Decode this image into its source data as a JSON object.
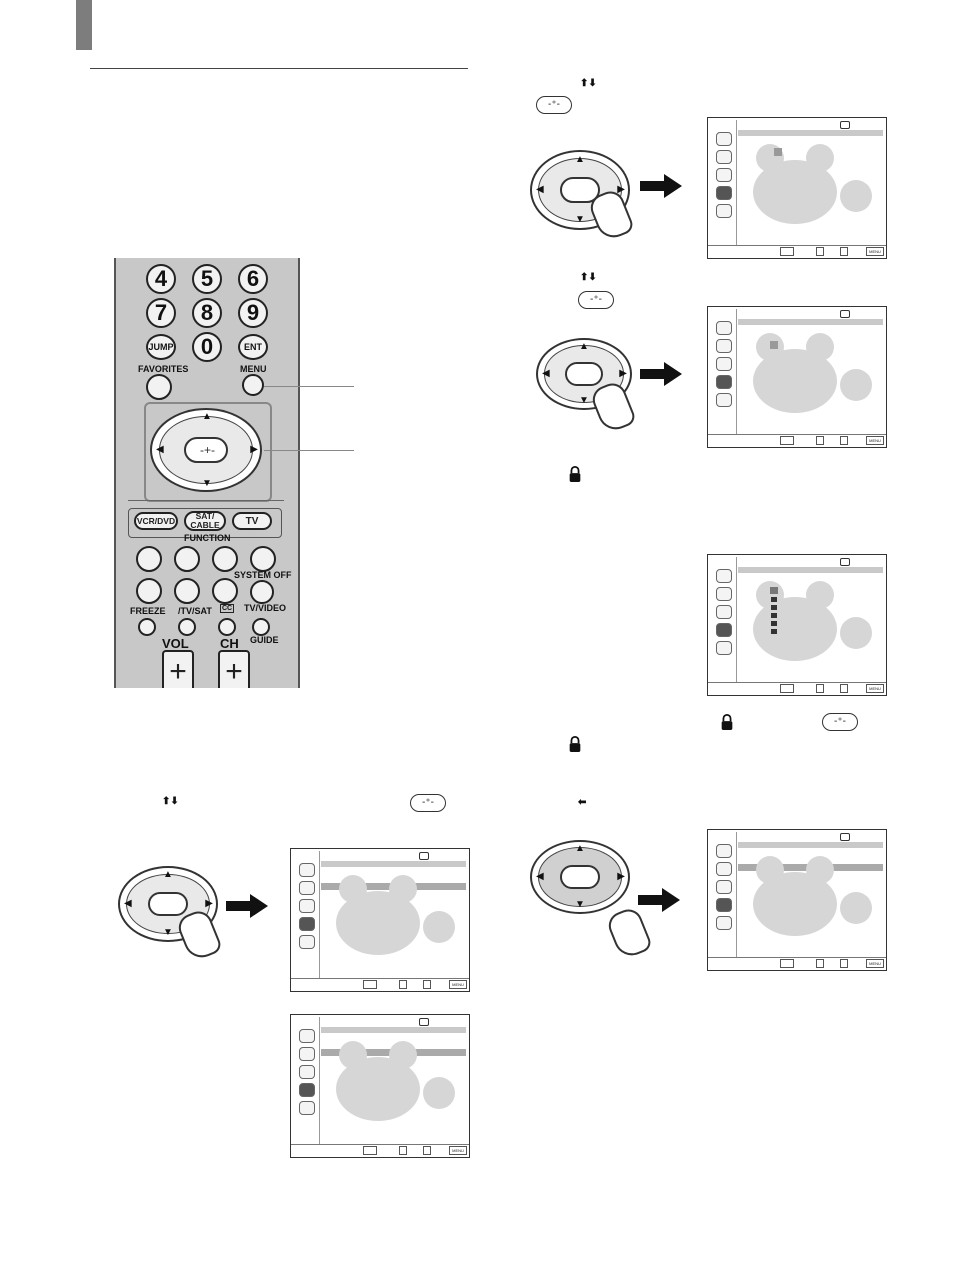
{
  "remote": {
    "num_row1": [
      "4",
      "5",
      "6"
    ],
    "num_row2": [
      "7",
      "8",
      "9"
    ],
    "jump": "JUMP",
    "zero": "0",
    "ent": "ENT",
    "favorites": "FAVORITES",
    "menu": "MENU",
    "vcr_dvd": "VCR/DVD",
    "sat_cable": "SAT/ CABLE",
    "tv": "TV",
    "function": "FUNCTION",
    "system_off": "SYSTEM OFF",
    "freeze": "FREEZE",
    "tv_sat": "/TV/SAT",
    "cc": "CC",
    "tv_video": "TV/VIDEO",
    "guide": "GUIDE",
    "vol": "VOL",
    "ch": "CH",
    "plus": "+"
  },
  "glyphs": {
    "up_down": "⬆⬇",
    "left": "⬅",
    "enter": "-⁺-"
  },
  "tv_menu": {
    "footer_menu": "MENU"
  }
}
